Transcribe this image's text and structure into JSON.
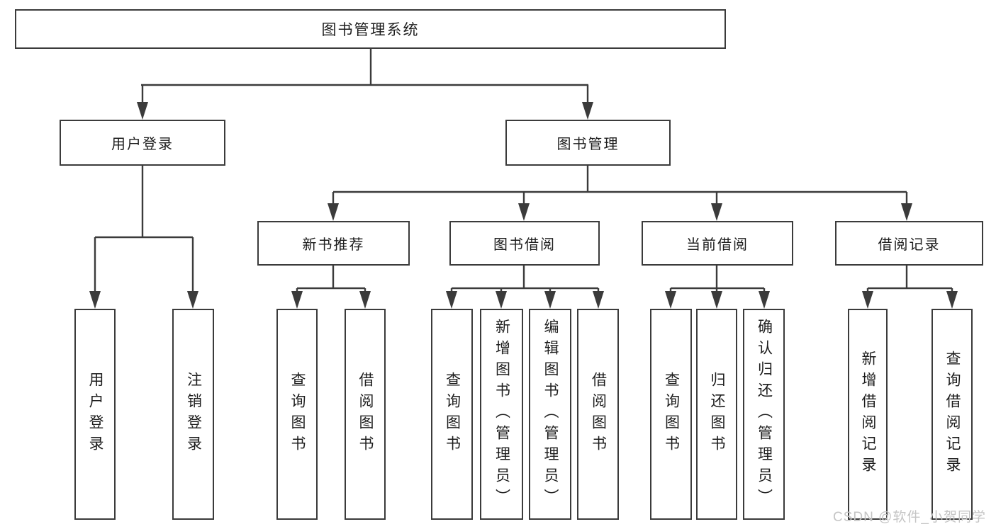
{
  "diagram_title": "图书管理系统",
  "tree": {
    "label": "图书管理系统",
    "children": [
      {
        "label": "用户登录",
        "children": [
          {
            "label": "用户登录"
          },
          {
            "label": "注销登录"
          }
        ]
      },
      {
        "label": "图书管理",
        "children": [
          {
            "label": "新书推荐",
            "children": [
              {
                "label": "查询图书"
              },
              {
                "label": "借阅图书"
              }
            ]
          },
          {
            "label": "图书借阅",
            "children": [
              {
                "label": "查询图书"
              },
              {
                "label": "新增图书（管理员）"
              },
              {
                "label": "编辑图书（管理员）"
              },
              {
                "label": "借阅图书"
              }
            ]
          },
          {
            "label": "当前借阅",
            "children": [
              {
                "label": "查询图书"
              },
              {
                "label": "归还图书"
              },
              {
                "label": "确认归还（管理员）"
              }
            ]
          },
          {
            "label": "借阅记录",
            "children": [
              {
                "label": "新增借阅记录"
              },
              {
                "label": "查询借阅记录"
              }
            ]
          }
        ]
      }
    ]
  },
  "watermark": {
    "text": "CSDN @软件_小贺同学"
  },
  "colors": {
    "line": "#3b3b3b",
    "text": "#1d1d1d",
    "background": "#ffffff",
    "watermark": "#c5c5c5"
  }
}
